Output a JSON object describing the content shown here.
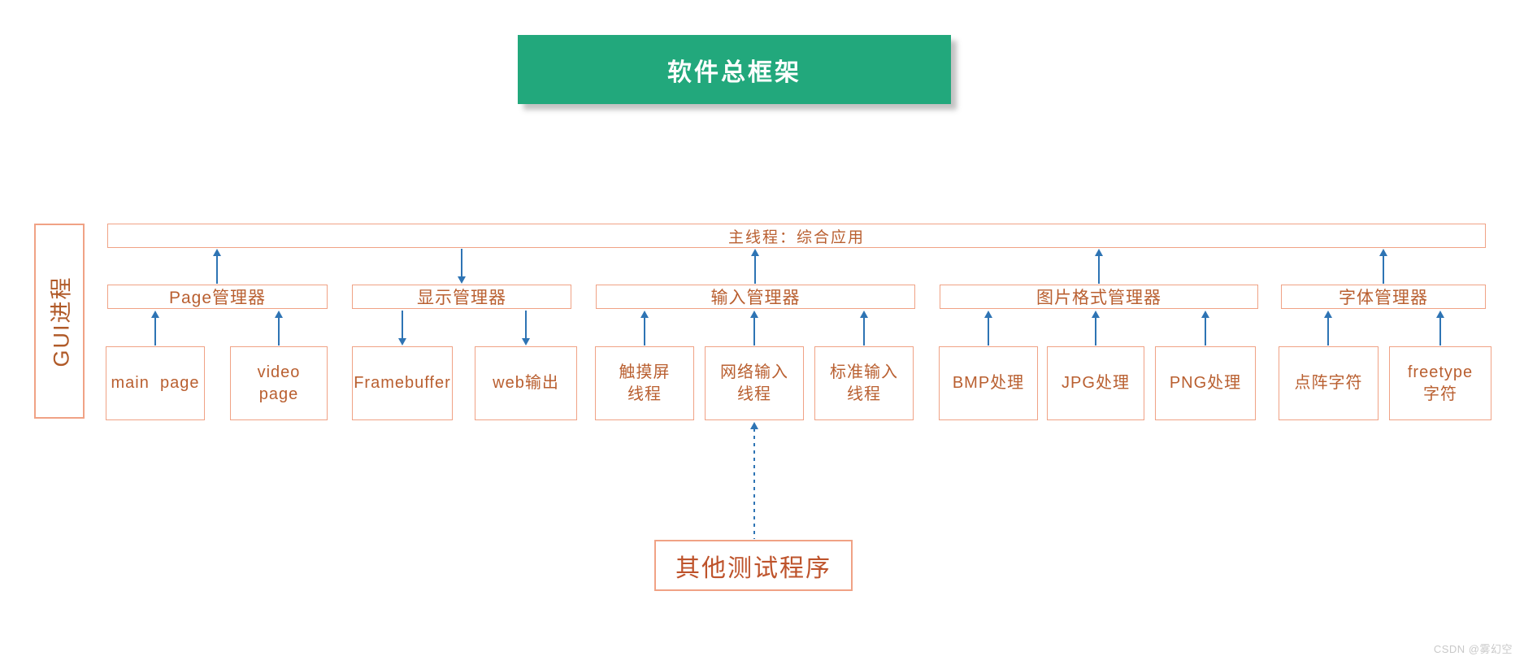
{
  "title": {
    "text": "软件总框架"
  },
  "gui_process": {
    "label": "GUI进程"
  },
  "main_thread": {
    "label": "主线程：综合应用"
  },
  "managers": [
    {
      "label": "Page管理器"
    },
    {
      "label": "显示管理器"
    },
    {
      "label": "输入管理器"
    },
    {
      "label": "图片格式管理器"
    },
    {
      "label": "字体管理器"
    }
  ],
  "leaves": [
    {
      "label": "main  page"
    },
    {
      "label": "video\npage"
    },
    {
      "label": "Framebuffer"
    },
    {
      "label": "web输出"
    },
    {
      "label": "触摸屏\n线程"
    },
    {
      "label": "网络输入\n线程"
    },
    {
      "label": "标准输入\n线程"
    },
    {
      "label": "BMP处理"
    },
    {
      "label": "JPG处理"
    },
    {
      "label": "PNG处理"
    },
    {
      "label": "点阵字符"
    },
    {
      "label": "freetype\n字符"
    }
  ],
  "other_test_program": {
    "label": "其他测试程序"
  },
  "watermark": {
    "label": "CSDN @雾幻空"
  },
  "colors": {
    "title_bg": "#22A87C",
    "title_text": "#FFFFFF",
    "box_border": "#F0A285",
    "box_text": "#B95F30",
    "arrow": "#2E74B4",
    "watermark_text": "#C9C9C9"
  }
}
